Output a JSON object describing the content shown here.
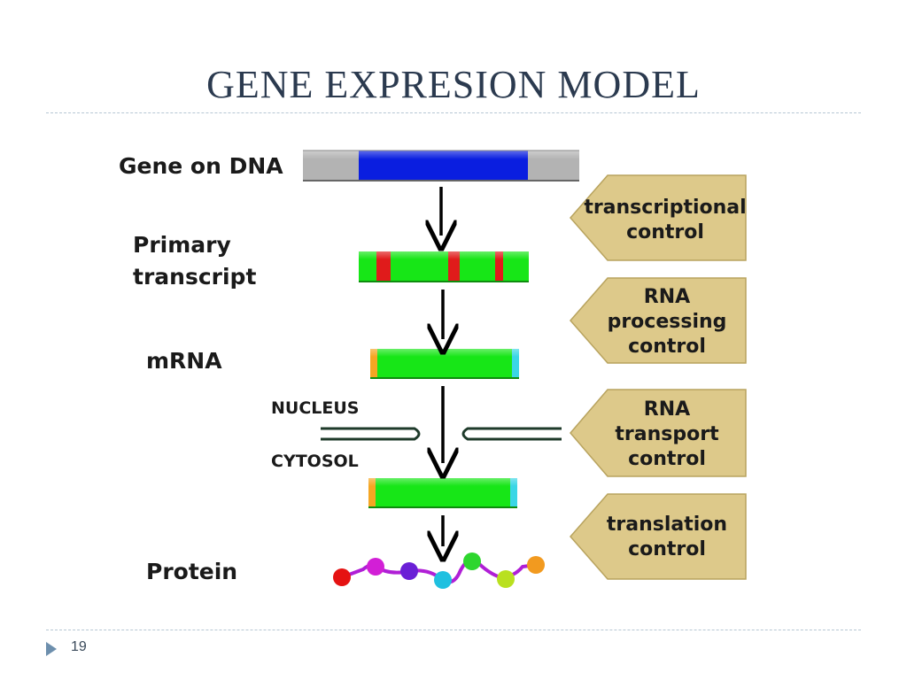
{
  "title": "GENE EXPRESION MODEL",
  "page_number": "19",
  "stage_labels": {
    "gene_on_dna": "Gene on DNA",
    "primary_line1": "Primary",
    "primary_line2": "transcript",
    "mrna": "mRNA",
    "protein": "Protein"
  },
  "compartments": {
    "nucleus": "NUCLEUS",
    "cytosol": "CYTOSOL"
  },
  "controls": {
    "transcriptional": [
      "transcriptional",
      "control"
    ],
    "rna_processing": [
      "RNA",
      "processing",
      "control"
    ],
    "rna_transport": [
      "RNA",
      "transport",
      "control"
    ],
    "translation": [
      "translation",
      "control"
    ]
  },
  "colors": {
    "gene_coding": "#0a1ee0",
    "gene_flank": "#b3b3b3",
    "transcript_green": "#17e617",
    "intron_red": "#e01b1b",
    "cap_orange": "#f5a623",
    "tail_cyan": "#3ad6e6",
    "control_fill": "#ddc98a",
    "control_stroke": "#b8a35e",
    "membrane": "#1e3a2a",
    "protein_beads": [
      "#e51212",
      "#d21fd6",
      "#6a1fd6",
      "#1fc0e0",
      "#2ed62e",
      "#b9e01f",
      "#f29a1f"
    ]
  }
}
